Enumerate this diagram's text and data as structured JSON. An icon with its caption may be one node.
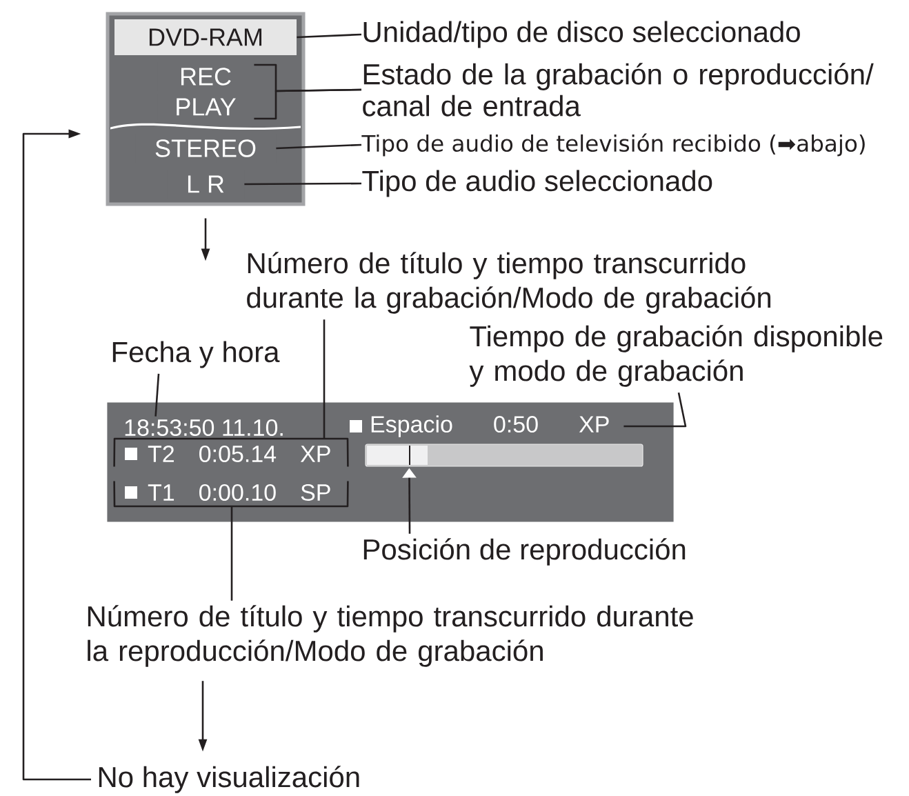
{
  "diagram": {
    "nodes": [
      {
        "text": [],
        "shape": "box"
      },
      {
        "text": [
          "DVD-RAM"
        ],
        "in": 0
      },
      {
        "text": [
          "REC"
        ],
        "in": 0
      },
      {
        "text": [
          "PLAY"
        ],
        "in": 0
      },
      {
        "text": [
          "STEREO"
        ],
        "in": 0
      },
      {
        "text": [
          "L R"
        ],
        "in": 0
      },
      {
        "text": [
          "Unidad/tipo de disco seleccionado"
        ]
      },
      {
        "text": [
          "Estado de la grabación o reproducción/ canal de entrada"
        ]
      },
      {
        "text": [
          "Tipo de audio de televisión recibido (➡abajo)"
        ]
      },
      {
        "text": [
          "Tipo de audio seleccionado"
        ]
      },
      {
        "text": [],
        "shape": "box"
      },
      {
        "text": [
          "18:53:50 11.10."
        ],
        "in": 10
      },
      {
        "text": [
          "T2 0:05.14 XP"
        ],
        "in": 10
      },
      {
        "text": [
          "T1 0:00.10 SP"
        ],
        "in": 10
      },
      {
        "text": [
          "Espacio 0:50 XP"
        ],
        "in": 10
      },
      {
        "text": [],
        "shape": "bar",
        "in": 10
      },
      {
        "text": [
          "Número de título y tiempo transcurrido durante la grabación/Modo de grabación"
        ]
      },
      {
        "text": [
          "Fecha y hora"
        ]
      },
      {
        "text": [
          "Tiempo de grabación disponible y modo de grabación"
        ]
      },
      {
        "text": [
          "Posición de reproducción"
        ]
      },
      {
        "text": [
          "Número de título y tiempo transcurrido durante la reproducción/Modo de grabación"
        ]
      },
      {
        "text": [
          "No hay visualización"
        ]
      }
    ],
    "edges": [
      {
        "from": 6,
        "to": 1,
        "arrow": "none"
      },
      {
        "from": 7,
        "to": 2,
        "arrow": "none"
      },
      {
        "from": 7,
        "to": 3,
        "arrow": "none"
      },
      {
        "from": 8,
        "to": 4,
        "arrow": "none"
      },
      {
        "from": 9,
        "to": 5,
        "arrow": "none"
      },
      {
        "from": 0,
        "to": null,
        "arrow": "to"
      },
      {
        "from": 16,
        "to": 12,
        "arrow": "none"
      },
      {
        "from": 17,
        "to": 11,
        "arrow": "none"
      },
      {
        "from": 18,
        "to": 14,
        "arrow": "none"
      },
      {
        "from": 19,
        "to": 15,
        "arrow": "to"
      },
      {
        "from": 20,
        "to": 13,
        "arrow": "none"
      },
      {
        "from": 20,
        "to": 21,
        "arrow": "to"
      },
      {
        "from": 21,
        "to": 0,
        "arrow": "to"
      }
    ]
  }
}
